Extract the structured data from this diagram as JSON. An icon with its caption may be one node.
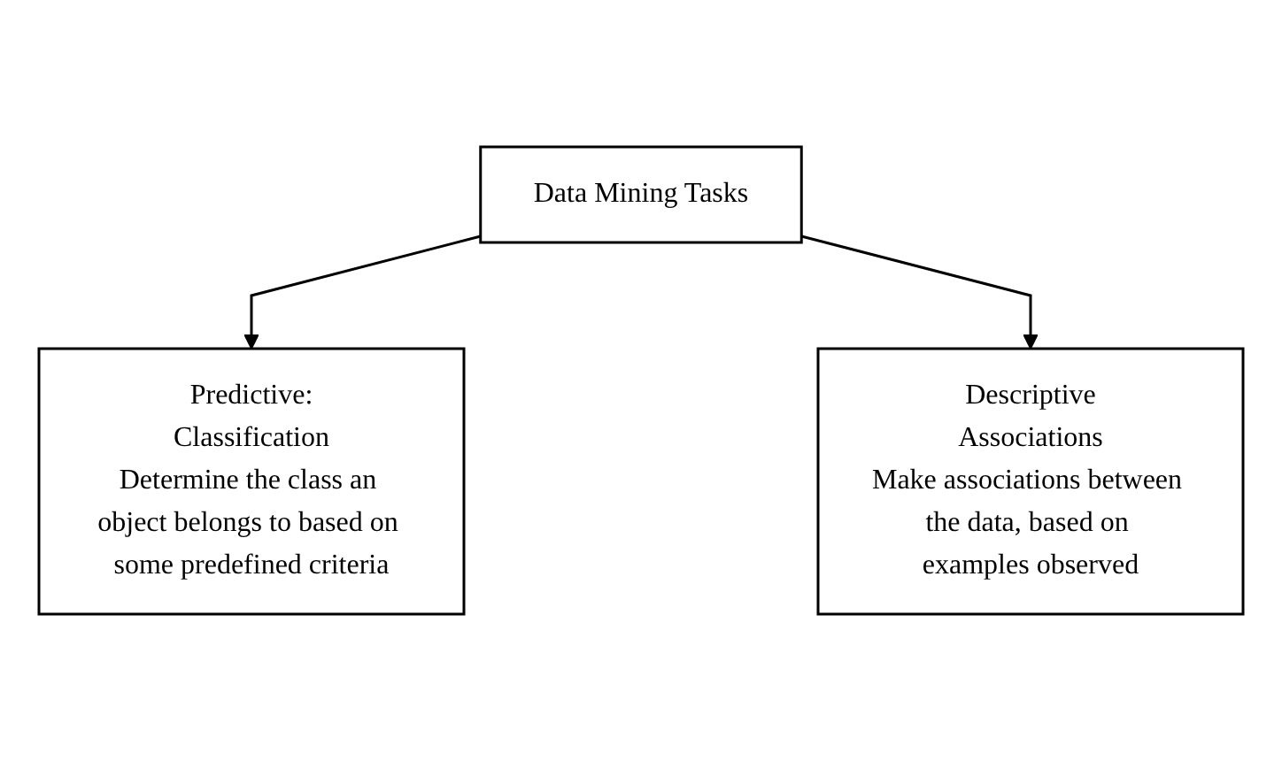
{
  "diagram": {
    "nodes": [
      {
        "text": [
          "Data Mining Tasks"
        ]
      },
      {
        "text": [
          "Predictive:",
          "Classification",
          "Determine the class an object belongs to based on some predefined criteria"
        ]
      },
      {
        "text": [
          "Descriptive",
          "Associations",
          "Make associations between the data, based on examples observed"
        ]
      }
    ],
    "edges": [
      {
        "from": 0,
        "to": 1,
        "arrow": "to"
      },
      {
        "from": 0,
        "to": 2,
        "arrow": "to"
      }
    ]
  }
}
